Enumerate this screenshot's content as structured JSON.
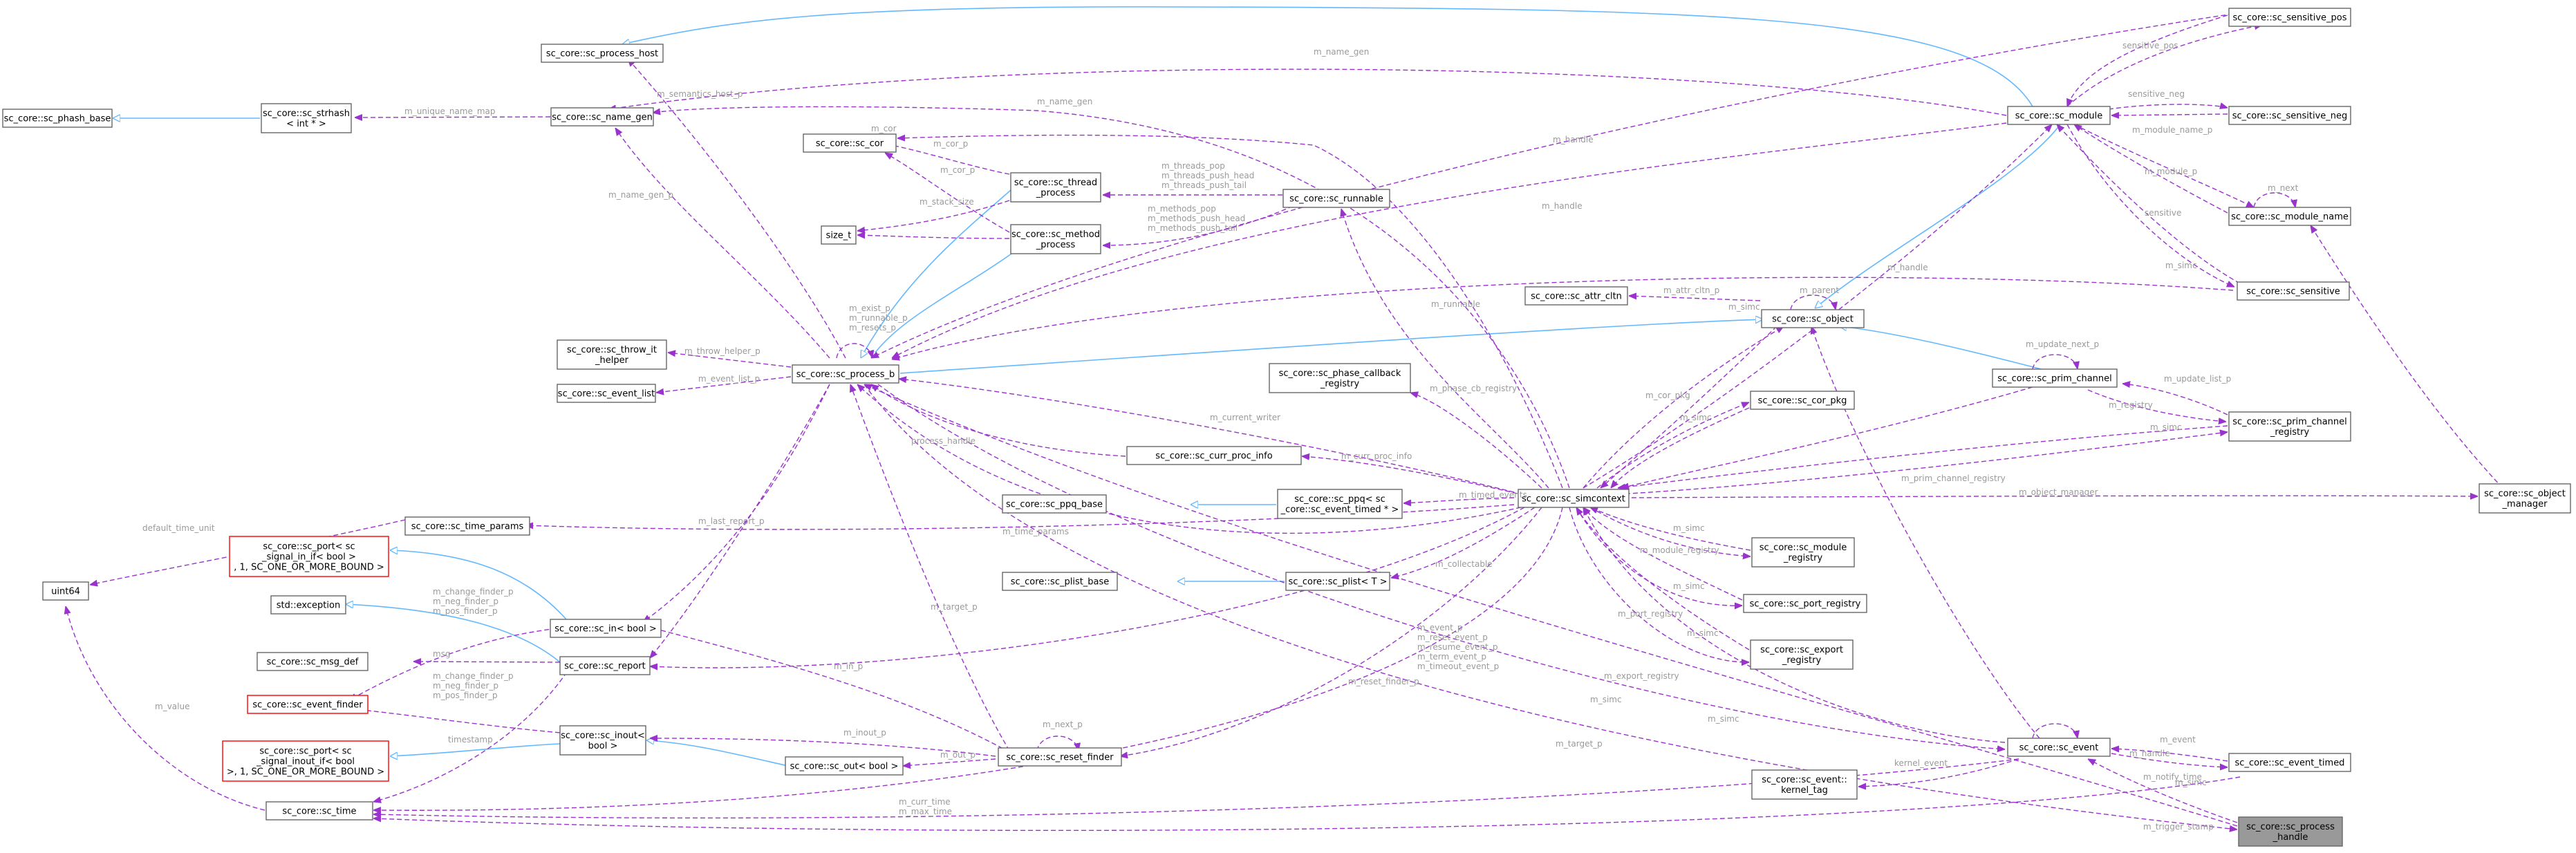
{
  "colors": {
    "inheritance_edge": "#63b8ff",
    "usage_edge": "#9a32cd",
    "node_border": "#666666",
    "missing_node_border": "#ff0000",
    "focus_node_fill": "#999999",
    "edge_label": "#9a9a9a"
  },
  "nodes": {
    "sc_phash_base": [
      "sc_core::sc_phash_base"
    ],
    "sc_strhash": [
      "sc_core::sc_strhash",
      "< int * >"
    ],
    "sc_process_host": [
      "sc_core::sc_process_host"
    ],
    "sc_name_gen": [
      "sc_core::sc_name_gen"
    ],
    "sc_cor": [
      "sc_core::sc_cor"
    ],
    "sc_thread_process": [
      "sc_core::sc_thread",
      "_process"
    ],
    "size_t": [
      "size_t"
    ],
    "sc_method_process": [
      "sc_core::sc_method",
      "_process"
    ],
    "sc_runnable": [
      "sc_core::sc_runnable"
    ],
    "sc_module": [
      "sc_core::sc_module"
    ],
    "sc_sensitive_pos": [
      "sc_core::sc_sensitive_pos"
    ],
    "sc_sensitive_neg": [
      "sc_core::sc_sensitive_neg"
    ],
    "sc_module_name": [
      "sc_core::sc_module_name"
    ],
    "sc_sensitive": [
      "sc_core::sc_sensitive"
    ],
    "sc_attr_cltn": [
      "sc_core::sc_attr_cltn"
    ],
    "sc_object": [
      "sc_core::sc_object"
    ],
    "sc_throw_it_helper": [
      "sc_core::sc_throw_it",
      "_helper"
    ],
    "sc_event_list": [
      "sc_core::sc_event_list"
    ],
    "sc_process_b": [
      "sc_core::sc_process_b"
    ],
    "sc_phase_callback_registry": [
      "sc_core::sc_phase_callback",
      "_registry"
    ],
    "sc_prim_channel": [
      "sc_core::sc_prim_channel"
    ],
    "sc_cor_pkg": [
      "sc_core::sc_cor_pkg"
    ],
    "sc_prim_channel_registry": [
      "sc_core::sc_prim_channel",
      "_registry"
    ],
    "sc_curr_proc_info": [
      "sc_core::sc_curr_proc_info"
    ],
    "sc_ppq_base": [
      "sc_core::sc_ppq_base"
    ],
    "sc_ppq": [
      "sc_core::sc_ppq< sc",
      "_core::sc_event_timed * >"
    ],
    "sc_simcontext": [
      "sc_core::sc_simcontext"
    ],
    "sc_object_manager": [
      "sc_core::sc_object",
      "_manager"
    ],
    "sc_time_params": [
      "sc_core::sc_time_params"
    ],
    "uint64": [
      "uint64"
    ],
    "sc_port_signal_in": [
      "sc_core::sc_port< sc",
      "_signal_in_if< bool >",
      ", 1, SC_ONE_OR_MORE_BOUND >"
    ],
    "std_exception": [
      "std::exception"
    ],
    "sc_plist_base": [
      "sc_core::sc_plist_base"
    ],
    "sc_plist": [
      "sc_core::sc_plist< T >"
    ],
    "sc_module_registry": [
      "sc_core::sc_module",
      "_registry"
    ],
    "sc_in_bool": [
      "sc_core::sc_in< bool >"
    ],
    "sc_msg_def": [
      "sc_core::sc_msg_def"
    ],
    "sc_report": [
      "sc_core::sc_report"
    ],
    "sc_port_registry": [
      "sc_core::sc_port_registry"
    ],
    "sc_export_registry": [
      "sc_core::sc_export",
      "_registry"
    ],
    "sc_event_finder": [
      "sc_core::sc_event_finder"
    ],
    "sc_inout_bool": [
      "sc_core::sc_inout<",
      "bool >"
    ],
    "sc_port_signal_inout": [
      "sc_core::sc_port< sc",
      "_signal_inout_if< bool",
      ">, 1, SC_ONE_OR_MORE_BOUND >"
    ],
    "sc_out_bool": [
      "sc_core::sc_out< bool >"
    ],
    "sc_reset_finder": [
      "sc_core::sc_reset_finder"
    ],
    "sc_event": [
      "sc_core::sc_event"
    ],
    "sc_event_timed": [
      "sc_core::sc_event_timed"
    ],
    "sc_time": [
      "sc_core::sc_time"
    ],
    "sc_event_kernel_tag": [
      "sc_core::sc_event::",
      "kernel_tag"
    ],
    "sc_process_handle": [
      "sc_core::sc_process",
      "_handle"
    ]
  },
  "edge_labels": {
    "m_unique_name_map": [
      "m_unique_name_map"
    ],
    "m_semantics_host_p": [
      "m_semantics_host_p"
    ],
    "m_name_gen_p": [
      "m_name_gen_p"
    ],
    "m_name_gen_module": [
      "m_name_gen"
    ],
    "m_name_gen_simc": [
      "m_name_gen"
    ],
    "m_cor": [
      "m_cor"
    ],
    "m_cor_p": [
      "m_cor_p"
    ],
    "m_cor_p2": [
      "m_cor_p"
    ],
    "m_stack_size": [
      "m_stack_size"
    ],
    "m_threads": [
      "m_threads_pop",
      "m_threads_push_head",
      "m_threads_push_tail"
    ],
    "m_methods": [
      "m_methods_pop",
      "m_methods_push_head",
      "m_methods_push_tail"
    ],
    "m_exist_p": [
      "m_exist_p",
      "m_runnable_p",
      "m_resets_p"
    ],
    "m_throw_helper_p": [
      "m_throw_helper_p"
    ],
    "m_event_list_p": [
      "m_event_list_p"
    ],
    "m_handle_module": [
      "m_handle"
    ],
    "m_handle_sensitive": [
      "m_handle"
    ],
    "m_handle_sensneg": [
      "m_handle"
    ],
    "m_runnable": [
      "m_runnable"
    ],
    "sensitive_pos": [
      "sensitive_pos"
    ],
    "sensitive_neg": [
      "sensitive_neg"
    ],
    "m_module_name_p": [
      "m_module_name_p"
    ],
    "m_module_p": [
      "m_module_p"
    ],
    "m_next": [
      "m_next"
    ],
    "sensitive": [
      "sensitive"
    ],
    "m_simc_sensitive": [
      "m_simc"
    ],
    "m_parent": [
      "m_parent"
    ],
    "m_attr_cltn_p": [
      "m_attr_cltn_p"
    ],
    "m_simc_object": [
      "m_simc"
    ],
    "m_update_next_p": [
      "m_update_next_p"
    ],
    "m_update_list_p": [
      "m_update_list_p"
    ],
    "m_registry": [
      "m_registry"
    ],
    "m_simc_prim": [
      "m_simc"
    ],
    "m_phase_cb_registry": [
      "m_phase_cb_registry"
    ],
    "m_cor_pkg": [
      "m_cor_pkg"
    ],
    "m_simc_corpkg": [
      "m_simc"
    ],
    "m_prim_channel_registry": [
      "m_prim_channel_registry"
    ],
    "m_current_writer": [
      "m_current_writer"
    ],
    "m_curr_proc_info": [
      "m_curr_proc_info"
    ],
    "process_handle": [
      "process_handle"
    ],
    "m_timed_events": [
      "m_timed_events"
    ],
    "m_object_manager": [
      "m_object_manager"
    ],
    "m_time_params": [
      "m_time_params"
    ],
    "default_time_unit": [
      "default_time_unit"
    ],
    "m_collectable": [
      "m_collectable"
    ],
    "m_simc_module_registry": [
      "m_simc"
    ],
    "m_module_registry": [
      "m_module_registry"
    ],
    "m_port_registry": [
      "m_port_registry"
    ],
    "m_simc_port_registry": [
      "m_simc"
    ],
    "m_simc_export_registry": [
      "m_simc"
    ],
    "m_export_registry": [
      "m_export_registry"
    ],
    "m_simc_event": [
      "m_simc"
    ],
    "m_last_report_p": [
      "m_last_report_p"
    ],
    "m_finders": [
      "m_change_finder_p",
      "m_neg_finder_p",
      "m_pos_finder_p"
    ],
    "m_finders2": [
      "m_change_finder_p",
      "m_neg_finder_p",
      "m_pos_finder_p"
    ],
    "msg": [
      "msg"
    ],
    "m_in_p": [
      "m_in_p"
    ],
    "m_inout_p": [
      "m_inout_p"
    ],
    "m_out_p": [
      "m_out_p"
    ],
    "m_next_p": [
      "m_next_p"
    ],
    "m_target_p": [
      "m_target_p"
    ],
    "m_target_p2": [
      "m_target_p"
    ],
    "m_reset_finder_p": [
      "m_reset_finder_p"
    ],
    "m_event_p": [
      "m_event_p",
      "m_reset_event_p",
      "m_resume_event_p",
      "m_term_event_p",
      "m_timeout_event_p"
    ],
    "timestamp": [
      "timestamp"
    ],
    "m_curr_time": [
      "m_curr_time",
      "m_max_time"
    ],
    "m_value": [
      "m_value"
    ],
    "m_event": [
      "m_event"
    ],
    "m_notify_time": [
      "m_notify_time"
    ],
    "kernel_event": [
      "kernel_event"
    ],
    "m_trigger_stamp": [
      "m_trigger_stamp"
    ],
    "m_simc_event_timed": [
      "m_simc"
    ],
    "m_simc_top": [
      "m_simc"
    ],
    "m_handle_event": [
      "m_handle"
    ]
  }
}
